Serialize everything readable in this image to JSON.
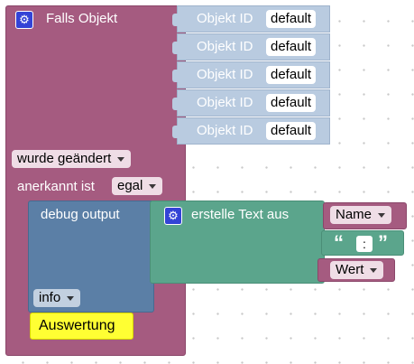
{
  "trigger": {
    "title": "Falls Objekt",
    "gear_icon": "gear-icon",
    "object_ids": [
      {
        "label": "Objekt ID",
        "value": "default"
      },
      {
        "label": "Objekt ID",
        "value": "default"
      },
      {
        "label": "Objekt ID",
        "value": "default"
      },
      {
        "label": "Objekt ID",
        "value": "default"
      },
      {
        "label": "Objekt ID",
        "value": "default"
      }
    ],
    "change_dropdown": "wurde geändert",
    "ack_label": "anerkannt ist",
    "ack_dropdown": "egal"
  },
  "debug": {
    "title": "debug output",
    "level_dropdown": "info"
  },
  "joiner": {
    "title": "erstelle Text aus",
    "name_dropdown": "Name",
    "open_quote": "“",
    "separator": ":",
    "close_quote": "”",
    "wert_dropdown": "Wert"
  },
  "note": {
    "label": "Auswertung"
  },
  "colors": {
    "trigger": "#a55b80",
    "object_id": "#b9cbe0",
    "debug": "#5b7fa6",
    "text": "#5ba58c",
    "note": "#ffff33",
    "gear": "#3343d6"
  }
}
